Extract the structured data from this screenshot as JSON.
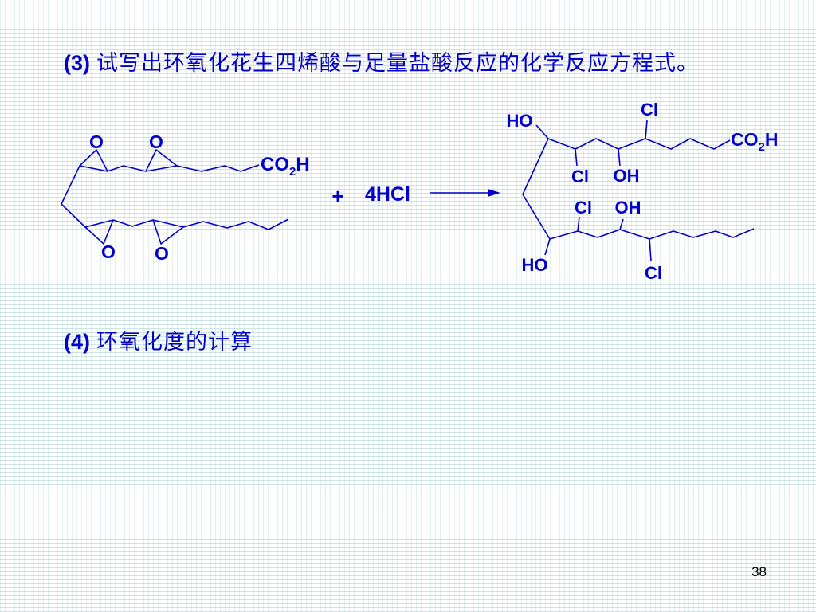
{
  "slide": {
    "question3": {
      "number": "(3)",
      "text": "试写出环氧化花生四烯酸与足量盐酸反应的化学反应方程式。"
    },
    "question4": {
      "number": "(4)",
      "text": "环氧化度的计算"
    },
    "page_number": "38"
  },
  "reaction": {
    "reactant": {
      "epoxide_oxygen_labels": [
        "O",
        "O",
        "O",
        "O"
      ],
      "acid_group": {
        "base": "CO",
        "sub": "2",
        "tail": "H"
      }
    },
    "plus_sign": "+",
    "reagent": "4HCl",
    "product": {
      "hydroxyl_labels": [
        "HO",
        "OH",
        "OH",
        "HO"
      ],
      "chloro_labels": [
        "Cl",
        "Cl",
        "Cl",
        "Cl"
      ],
      "acid_group": {
        "base": "CO",
        "sub": "2",
        "tail": "H"
      }
    }
  },
  "colors": {
    "text": "#0000cc",
    "page_number": "#000000"
  }
}
